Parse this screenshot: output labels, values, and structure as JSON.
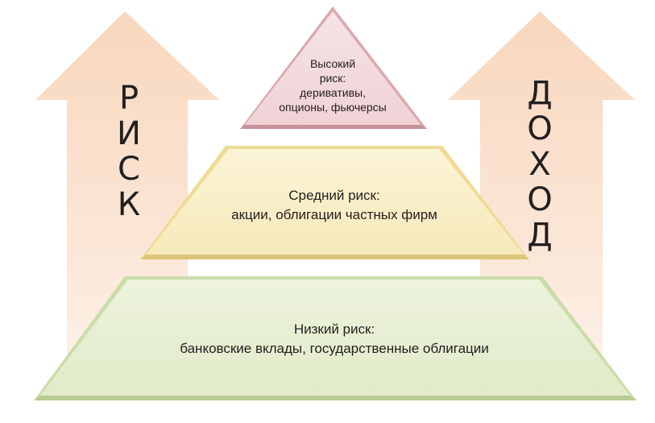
{
  "left_arrow": {
    "letters": [
      "Р",
      "И",
      "С",
      "К"
    ]
  },
  "right_arrow": {
    "letters": [
      "Д",
      "О",
      "Х",
      "О",
      "Д"
    ]
  },
  "tiers": {
    "top": {
      "lines": [
        "Высокий",
        "риск:",
        "деривативы,",
        "опционы, фьючерсы"
      ]
    },
    "middle": {
      "lines": [
        "Средний риск:",
        "акции, облигации частных фирм"
      ]
    },
    "bottom": {
      "lines": [
        "Низкий риск:",
        "банковские вклады, государственные облигации"
      ]
    }
  },
  "colors": {
    "arrow_fill": "#fbe3cf",
    "top_fill": "#f3d9dc",
    "middle_fill": "#f9efc6",
    "bottom_fill": "#e6efd1"
  }
}
